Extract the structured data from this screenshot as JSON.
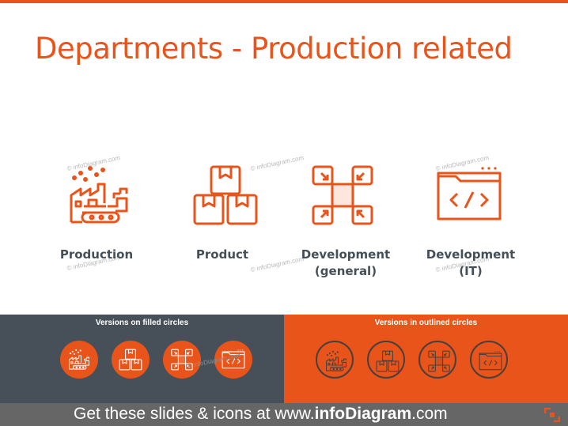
{
  "slide": {
    "title": "Departments - Production related",
    "watermark": "© infoDiagram.com",
    "accent_color": "#e8541a",
    "dark_color": "#475058"
  },
  "departments": [
    {
      "label": "Production",
      "icon": "factory-icon"
    },
    {
      "label": "Product",
      "icon": "boxes-icon"
    },
    {
      "label": "Development\n(general)",
      "icon": "network-squares-icon"
    },
    {
      "label": "Development\n(IT)",
      "icon": "browser-code-icon"
    }
  ],
  "panels": {
    "filled_title": "Versions on filled circles",
    "outlined_title": "Versions in outlined circles"
  },
  "footer": {
    "prefix": "Get these slides & icons at www.",
    "brand": "infoDiagram",
    "suffix": ".com"
  }
}
